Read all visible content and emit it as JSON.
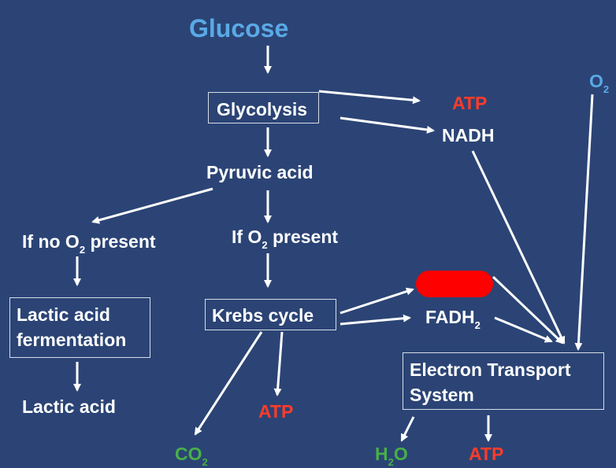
{
  "title": "Glucose",
  "nodes": {
    "glycolysis": "Glycolysis",
    "atp_top": "ATP",
    "nadh": "NADH",
    "o2_right": "O",
    "o2_right_sub": "2",
    "pyruvic": "Pyruvic acid",
    "no_o2": "If no O",
    "no_o2_sub": "2",
    "no_o2_tail": " present",
    "yes_o2": "If O",
    "yes_o2_sub": "2",
    "yes_o2_tail": " present",
    "lactic_ferm_1": "Lactic acid",
    "lactic_ferm_2": "fermentation",
    "lactic_acid": "Lactic acid",
    "krebs": "Krebs cycle",
    "fadh": "FADH",
    "fadh_sub": "2",
    "ets_1": "Electron Transport",
    "ets_2": "System",
    "atp_krebs": "ATP",
    "co2": "CO",
    "co2_sub": "2",
    "h2o_h": "H",
    "h2o_sub": "2",
    "h2o_o": "O",
    "atp_ets": "ATP"
  },
  "colors": {
    "background": "#2b4475",
    "title": "#5aa9e6",
    "atp": "#ff3c2a",
    "waste": "#48b048",
    "oxygen": "#5aa9e6",
    "redaction": "#ff0000"
  }
}
